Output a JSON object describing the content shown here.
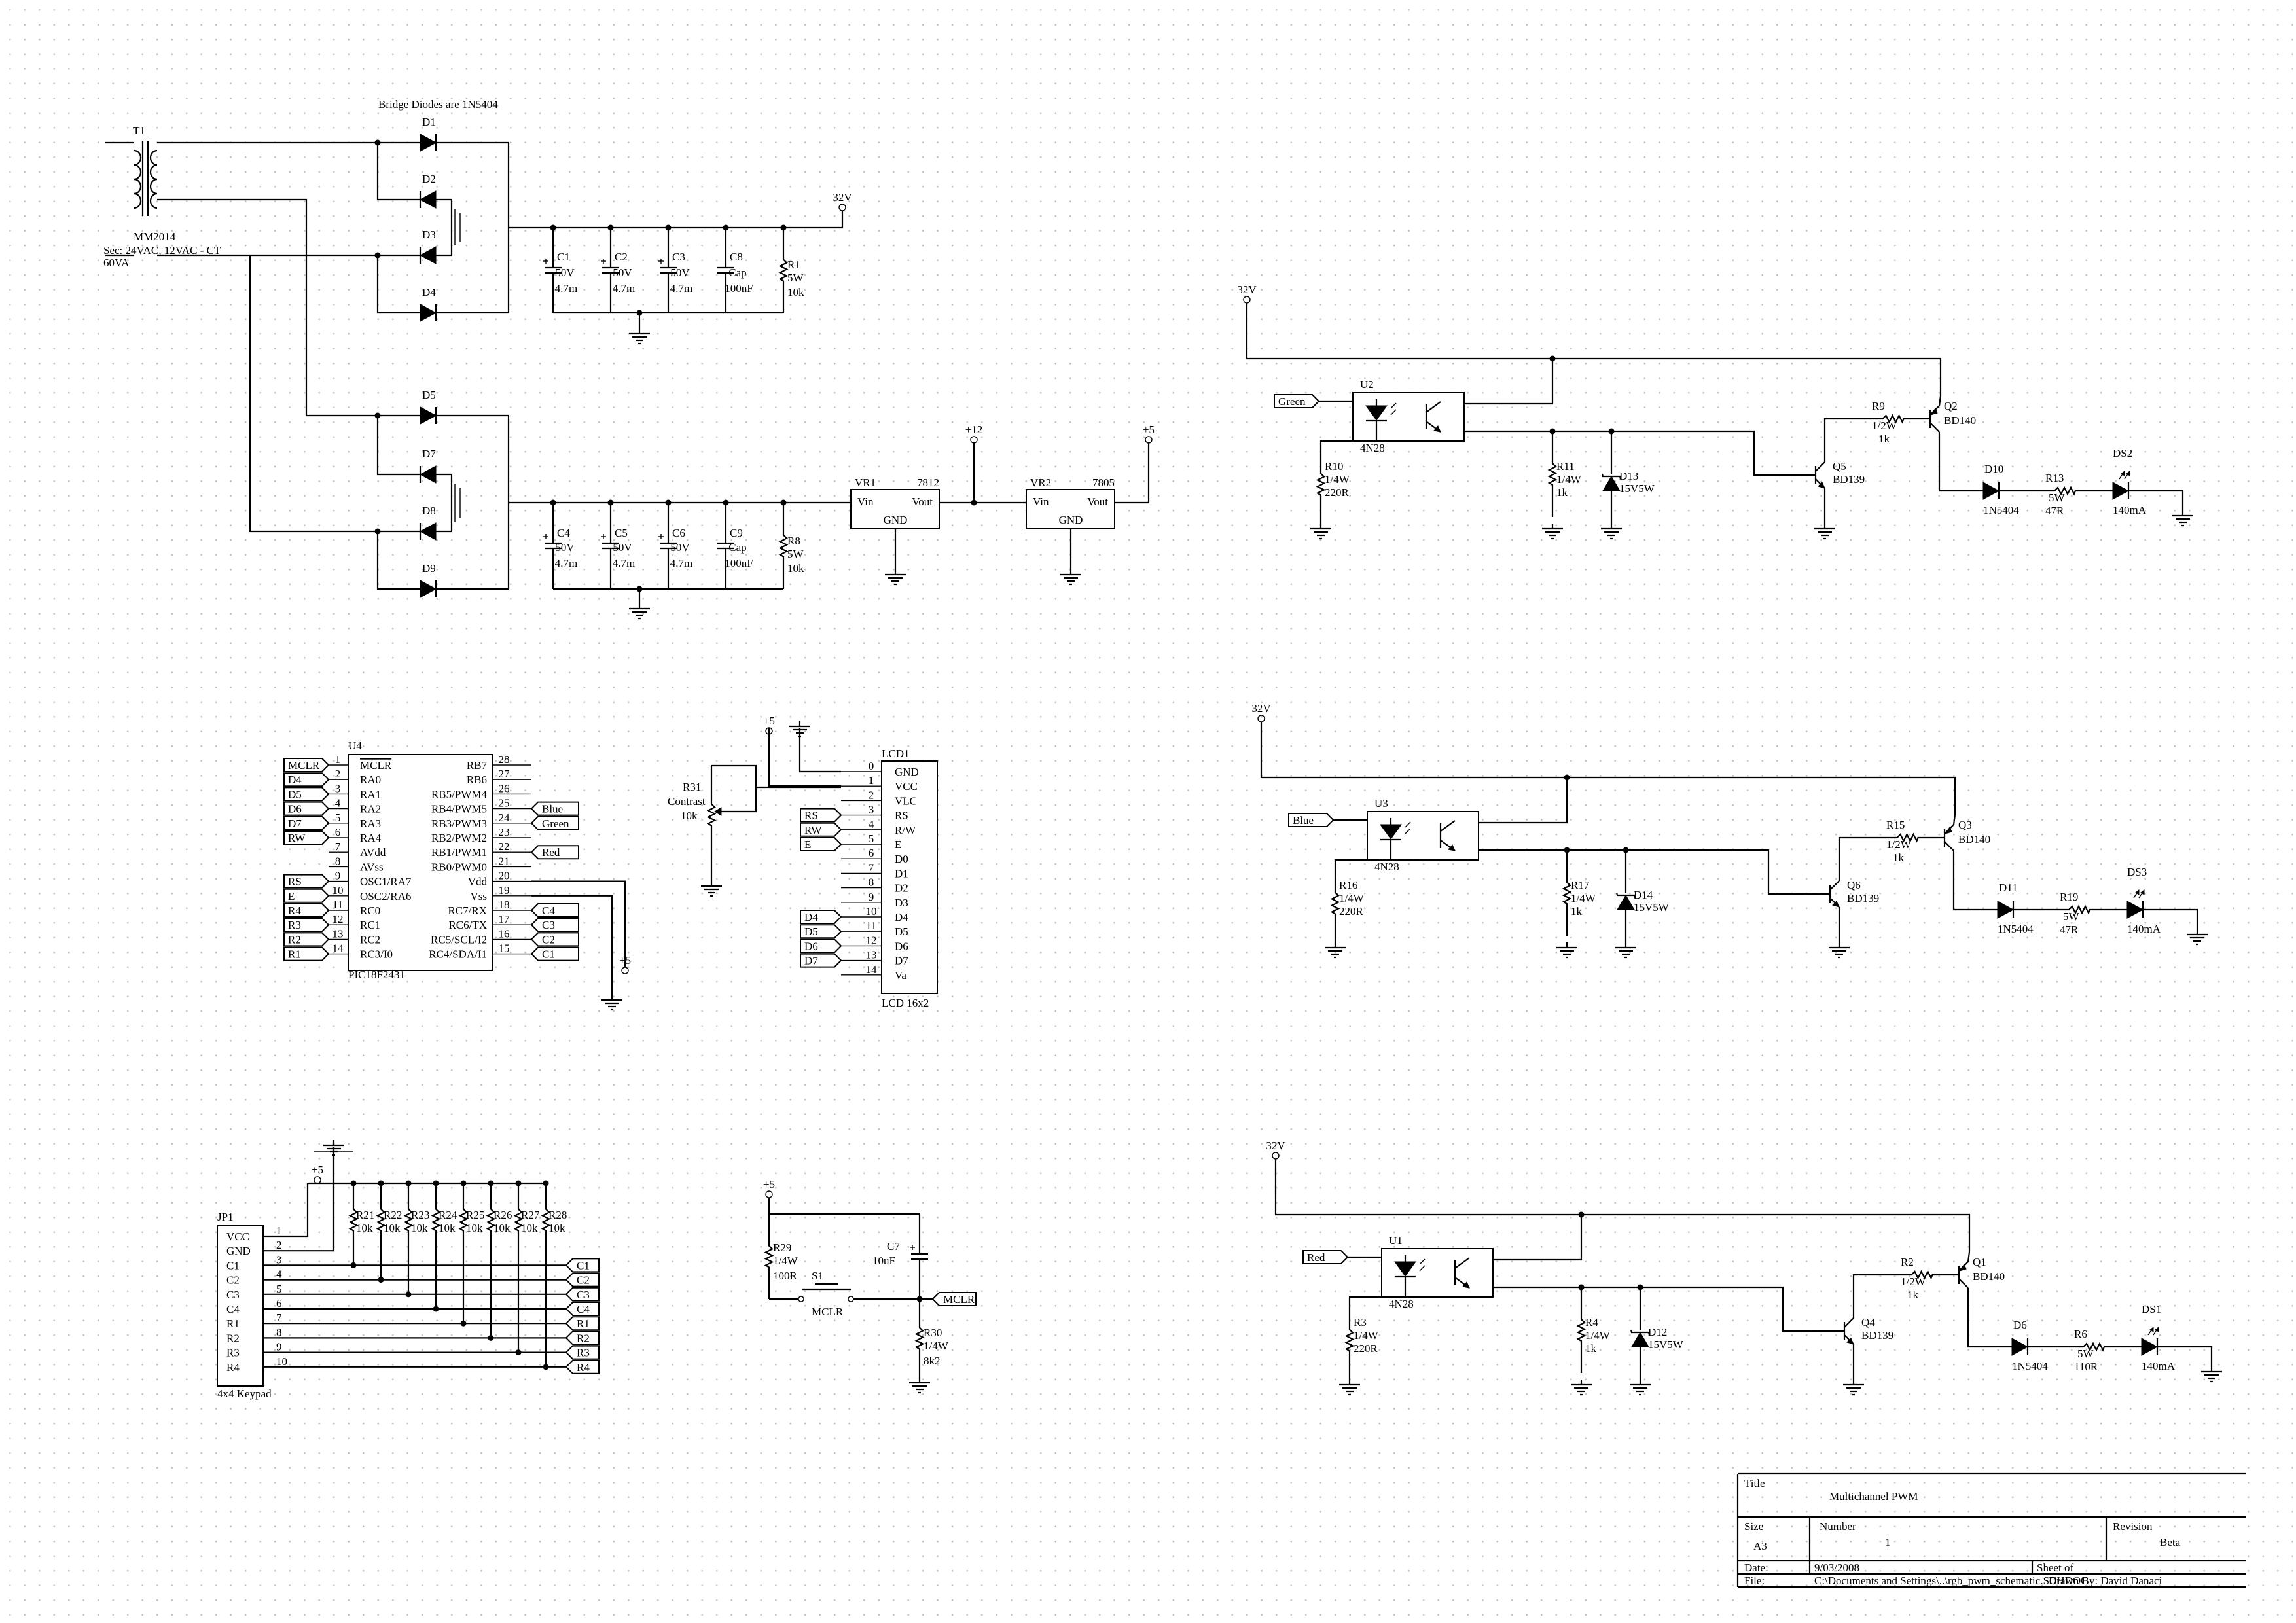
{
  "power_supply": {
    "transformer": {
      "ref": "T1",
      "part": "MM2014",
      "spec1": "Sec: 24VAC, 12VAC - CT",
      "spec2": "60VA"
    },
    "bridge_note": "Bridge Diodes are 1N5404",
    "diodes": [
      "D1",
      "D2",
      "D3",
      "D4",
      "D5",
      "D7",
      "D8",
      "D9"
    ],
    "net_32v": "32V",
    "net_12v": "+12",
    "net_5v": "+5",
    "caps_top": [
      {
        "ref": "C1",
        "v": "50V",
        "val": "4.7m"
      },
      {
        "ref": "C2",
        "v": "50V",
        "val": "4.7m"
      },
      {
        "ref": "C3",
        "v": "50V",
        "val": "4.7m"
      },
      {
        "ref": "C8",
        "v": "Cap",
        "val": "100nF"
      }
    ],
    "r_top": {
      "ref": "R1",
      "p": "5W",
      "val": "10k"
    },
    "caps_bot": [
      {
        "ref": "C4",
        "v": "50V",
        "val": "4.7m"
      },
      {
        "ref": "C5",
        "v": "50V",
        "val": "4.7m"
      },
      {
        "ref": "C6",
        "v": "50V",
        "val": "4.7m"
      },
      {
        "ref": "C9",
        "v": "Cap",
        "val": "100nF"
      }
    ],
    "r_bot": {
      "ref": "R8",
      "p": "5W",
      "val": "10k"
    },
    "regs": [
      {
        "ref": "VR1",
        "part": "7812",
        "vin": "Vin",
        "vout": "Vout",
        "gnd": "GND"
      },
      {
        "ref": "VR2",
        "part": "7805",
        "vin": "Vin",
        "vout": "Vout",
        "gnd": "GND"
      }
    ]
  },
  "mcu": {
    "ref": "U4",
    "part": "PIC18F2431",
    "left_pins": [
      {
        "n": "1",
        "name": "MCLR",
        "net": "MCLR"
      },
      {
        "n": "2",
        "name": "RA0",
        "net": "D4"
      },
      {
        "n": "3",
        "name": "RA1",
        "net": "D5"
      },
      {
        "n": "4",
        "name": "RA2",
        "net": "D6"
      },
      {
        "n": "5",
        "name": "RA3",
        "net": "D7"
      },
      {
        "n": "6",
        "name": "RA4",
        "net": "RW"
      },
      {
        "n": "7",
        "name": "AVdd",
        "net": ""
      },
      {
        "n": "8",
        "name": "AVss",
        "net": ""
      },
      {
        "n": "9",
        "name": "OSC1/RA7",
        "net": "RS"
      },
      {
        "n": "10",
        "name": "OSC2/RA6",
        "net": "E"
      },
      {
        "n": "11",
        "name": "RC0",
        "net": "R4"
      },
      {
        "n": "12",
        "name": "RC1",
        "net": "R3"
      },
      {
        "n": "13",
        "name": "RC2",
        "net": "R2"
      },
      {
        "n": "14",
        "name": "RC3/I0",
        "net": "R1"
      }
    ],
    "right_pins": [
      {
        "n": "28",
        "name": "RB7",
        "net": ""
      },
      {
        "n": "27",
        "name": "RB6",
        "net": ""
      },
      {
        "n": "26",
        "name": "RB5/PWM4",
        "net": ""
      },
      {
        "n": "25",
        "name": "RB4/PWM5",
        "net": "Blue"
      },
      {
        "n": "24",
        "name": "RB3/PWM3",
        "net": "Green"
      },
      {
        "n": "23",
        "name": "RB2/PWM2",
        "net": ""
      },
      {
        "n": "22",
        "name": "RB1/PWM1",
        "net": "Red"
      },
      {
        "n": "21",
        "name": "RB0/PWM0",
        "net": ""
      },
      {
        "n": "20",
        "name": "Vdd",
        "net": ""
      },
      {
        "n": "19",
        "name": "Vss",
        "net": ""
      },
      {
        "n": "18",
        "name": "RC7/RX",
        "net": "C4"
      },
      {
        "n": "17",
        "name": "RC6/TX",
        "net": "C3"
      },
      {
        "n": "16",
        "name": "RC5/SCL/I2",
        "net": "C2"
      },
      {
        "n": "15",
        "name": "RC4/SDA/I1",
        "net": "C1"
      }
    ],
    "vdd_net": "+5"
  },
  "lcd": {
    "ref": "LCD1",
    "part": "LCD 16x2",
    "net_5v": "+5",
    "pot": {
      "ref": "R31",
      "name": "Contrast",
      "val": "10k"
    },
    "pins": [
      {
        "n": "0",
        "name": "GND",
        "net": ""
      },
      {
        "n": "1",
        "name": "VCC",
        "net": ""
      },
      {
        "n": "2",
        "name": "VLC",
        "net": ""
      },
      {
        "n": "3",
        "name": "RS",
        "net": "RS"
      },
      {
        "n": "4",
        "name": "R/W",
        "net": "RW"
      },
      {
        "n": "5",
        "name": "E",
        "net": "E"
      },
      {
        "n": "6",
        "name": "D0",
        "net": ""
      },
      {
        "n": "7",
        "name": "D1",
        "net": ""
      },
      {
        "n": "8",
        "name": "D2",
        "net": ""
      },
      {
        "n": "9",
        "name": "D3",
        "net": ""
      },
      {
        "n": "10",
        "name": "D4",
        "net": "D4"
      },
      {
        "n": "11",
        "name": "D5",
        "net": "D5"
      },
      {
        "n": "12",
        "name": "D6",
        "net": "D6"
      },
      {
        "n": "13",
        "name": "D7",
        "net": "D7"
      },
      {
        "n": "14",
        "name": "Va",
        "net": ""
      }
    ]
  },
  "keypad": {
    "ref": "JP1",
    "part": "4x4 Keypad",
    "net_5v": "+5",
    "pins": [
      {
        "n": "1",
        "name": "VCC"
      },
      {
        "n": "2",
        "name": "GND"
      },
      {
        "n": "3",
        "name": "C1"
      },
      {
        "n": "4",
        "name": "C2"
      },
      {
        "n": "5",
        "name": "C3"
      },
      {
        "n": "6",
        "name": "C4"
      },
      {
        "n": "7",
        "name": "R1"
      },
      {
        "n": "8",
        "name": "R2"
      },
      {
        "n": "9",
        "name": "R3"
      },
      {
        "n": "10",
        "name": "R4"
      }
    ],
    "resistors": [
      "R21",
      "R22",
      "R23",
      "R24",
      "R25",
      "R26",
      "R27",
      "R28"
    ],
    "res_val": "10k",
    "nets": [
      "C1",
      "C2",
      "C3",
      "C4",
      "R1",
      "R2",
      "R3",
      "R4"
    ]
  },
  "reset": {
    "net_5v": "+5",
    "r_pull": {
      "ref": "R29",
      "p": "1/4W",
      "val": "100R"
    },
    "switch": {
      "ref": "S1",
      "label": "MCLR"
    },
    "cap": {
      "ref": "C7",
      "val": "10uF"
    },
    "r_out": {
      "ref": "R30",
      "p": "1/4W",
      "val": "8k2"
    },
    "net": "MCLR"
  },
  "channels": [
    {
      "color": "Green",
      "v": "32V",
      "u": "U2",
      "opto": "4N28",
      "rin": {
        "ref": "R10",
        "p": "1/4W",
        "val": "220R"
      },
      "rpd": {
        "ref": "R11",
        "p": "1/4W",
        "val": "1k"
      },
      "zener": {
        "ref": "D13",
        "val": "15V5W"
      },
      "qn": {
        "ref": "Q5",
        "part": "BD139"
      },
      "rb": {
        "ref": "R9",
        "p": "1/2W",
        "val": "1k"
      },
      "qp": {
        "ref": "Q2",
        "part": "BD140"
      },
      "d": {
        "ref": "D10",
        "part": "1N5404"
      },
      "rl": {
        "ref": "R13",
        "p": "5W",
        "val": "47R"
      },
      "led": {
        "ref": "DS2",
        "val": "140mA"
      }
    },
    {
      "color": "Blue",
      "v": "32V",
      "u": "U3",
      "opto": "4N28",
      "rin": {
        "ref": "R16",
        "p": "1/4W",
        "val": "220R"
      },
      "rpd": {
        "ref": "R17",
        "p": "1/4W",
        "val": "1k"
      },
      "zener": {
        "ref": "D14",
        "val": "15V5W"
      },
      "qn": {
        "ref": "Q6",
        "part": "BD139"
      },
      "rb": {
        "ref": "R15",
        "p": "1/2W",
        "val": "1k"
      },
      "qp": {
        "ref": "Q3",
        "part": "BD140"
      },
      "d": {
        "ref": "D11",
        "part": "1N5404"
      },
      "rl": {
        "ref": "R19",
        "p": "5W",
        "val": "47R"
      },
      "led": {
        "ref": "DS3",
        "val": "140mA"
      }
    },
    {
      "color": "Red",
      "v": "32V",
      "u": "U1",
      "opto": "4N28",
      "rin": {
        "ref": "R3",
        "p": "1/4W",
        "val": "220R"
      },
      "rpd": {
        "ref": "R4",
        "p": "1/4W",
        "val": "1k"
      },
      "zener": {
        "ref": "D12",
        "val": "15V5W"
      },
      "qn": {
        "ref": "Q4",
        "part": "BD139"
      },
      "rb": {
        "ref": "R2",
        "p": "1/2W",
        "val": "1k"
      },
      "qp": {
        "ref": "Q1",
        "part": "BD140"
      },
      "d": {
        "ref": "D6",
        "part": "1N5404"
      },
      "rl": {
        "ref": "R6",
        "p": "5W",
        "val": "110R"
      },
      "led": {
        "ref": "DS1",
        "val": "140mA"
      }
    }
  ],
  "title_block": {
    "title_label": "Title",
    "title": "Multichannel PWM",
    "size_label": "Size",
    "size": "A3",
    "number_label": "Number",
    "number": "1",
    "revision_label": "Revision",
    "revision": "Beta",
    "date_label": "Date:",
    "date": "9/03/2008",
    "sheet_label": "Sheet   of",
    "drawn_by": "Drawn By: David Danaci",
    "file_label": "File:",
    "file": "C:\\Documents and Settings\\..\\rgb_pwm_schematic.SCHDOC"
  }
}
